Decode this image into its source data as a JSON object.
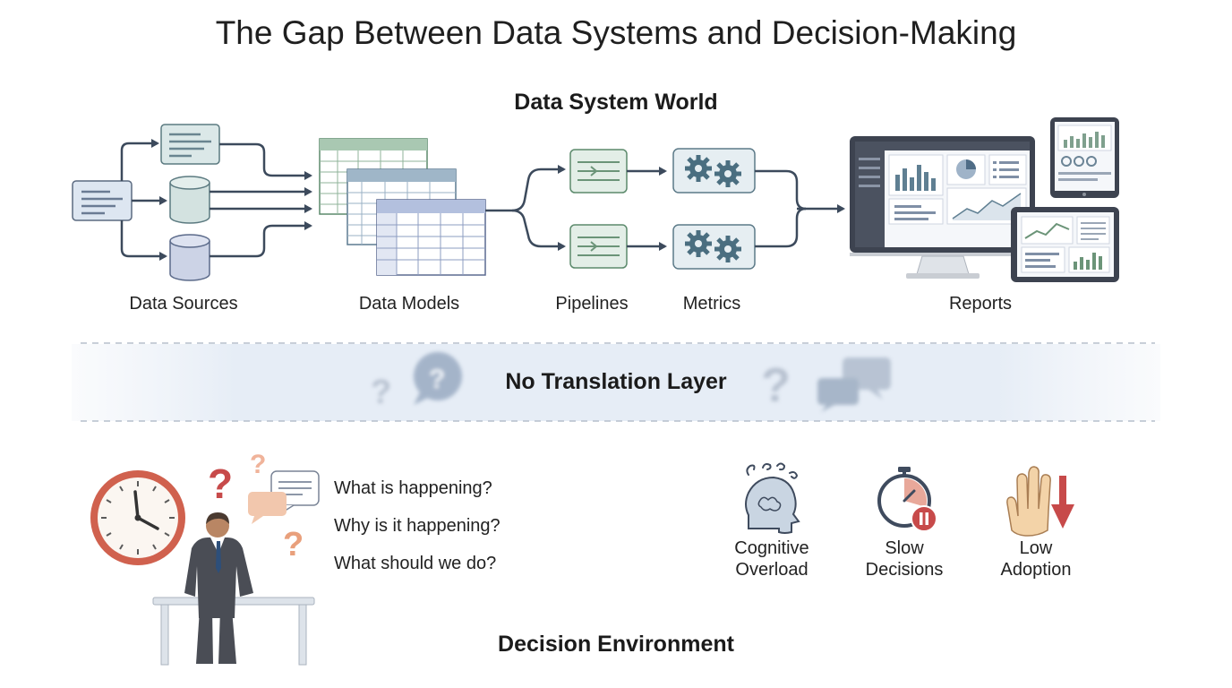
{
  "title": "The Gap Between Data Systems and Decision-Making",
  "data_world": {
    "heading": "Data System World",
    "stages": [
      {
        "id": "sources",
        "label": "Data Sources"
      },
      {
        "id": "models",
        "label": "Data Models"
      },
      {
        "id": "pipelines",
        "label": "Pipelines"
      },
      {
        "id": "metrics",
        "label": "Metrics"
      },
      {
        "id": "reports",
        "label": "Reports"
      }
    ]
  },
  "gap": {
    "label": "No Translation Layer"
  },
  "decision": {
    "heading": "Decision Environment",
    "questions": [
      "What is happening?",
      "Why is it happening?",
      "What should we do?"
    ],
    "impacts": [
      {
        "id": "cognitive",
        "label": "Cognitive Overload",
        "icon": "head-confusion-icon"
      },
      {
        "id": "slow",
        "label": "Slow Decisions",
        "icon": "stopwatch-pause-icon"
      },
      {
        "id": "adoption",
        "label": "Low Adoption",
        "icon": "hand-down-arrow-icon"
      }
    ]
  },
  "colors": {
    "stroke": "#3c4a5c",
    "doc_fill": "#e4ebf3",
    "db_fill": "#cfd8e8",
    "green_fill": "#e3eee7",
    "accent_red": "#c74a4a",
    "accent_orange": "#e9a07c",
    "band": "#e8eef6"
  }
}
